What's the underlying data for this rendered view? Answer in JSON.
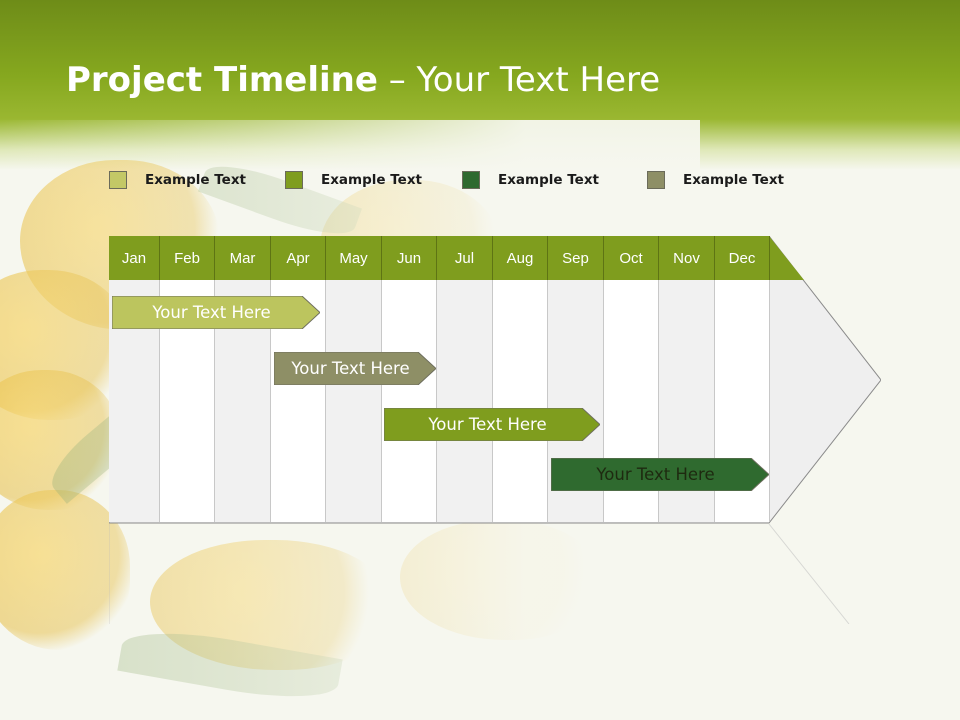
{
  "title": {
    "bold": "Project Timeline",
    "rest": " – Your Text Here"
  },
  "legend": [
    {
      "label": "Example Text",
      "color": "#c3c866"
    },
    {
      "label": "Example Text",
      "color": "#7f9d1e"
    },
    {
      "label": "Example Text",
      "color": "#2f6a2f"
    },
    {
      "label": "Example Text",
      "color": "#8e8f66"
    }
  ],
  "months": [
    "Jan",
    "Feb",
    "Mar",
    "Apr",
    "May",
    "Jun",
    "Jul",
    "Aug",
    "Sep",
    "Oct",
    "Nov",
    "Dec"
  ],
  "colors": {
    "header": "#7f9d1e",
    "col_light": "#f1f1f1",
    "col_white": "#ffffff",
    "arrow_body": "#efefef"
  },
  "tasks": [
    {
      "label": "Your  Text Here",
      "color": "#bcc55e"
    },
    {
      "label": "Your  Text Here",
      "color": "#8e8f66"
    },
    {
      "label": "Your  Text Here",
      "color": "#7f9d1e"
    },
    {
      "label": "Your  Text Here",
      "color": "#2f6a2f"
    }
  ]
}
